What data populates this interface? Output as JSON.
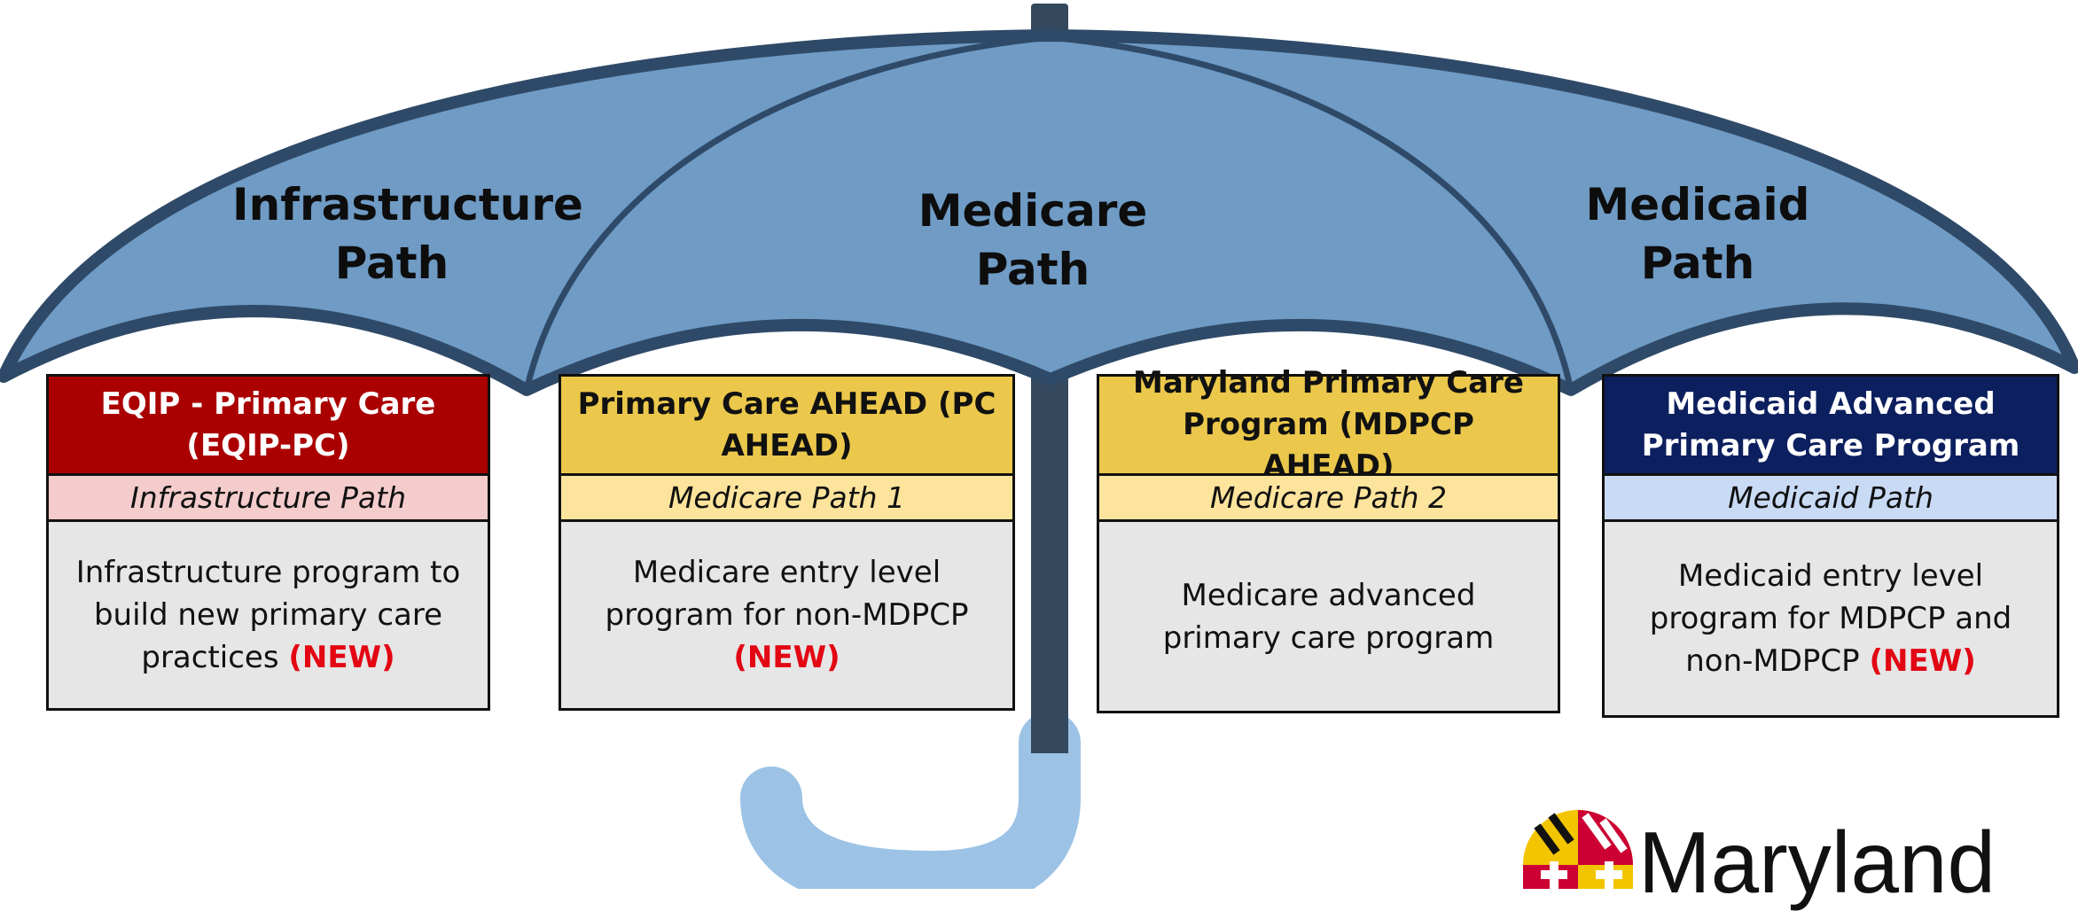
{
  "colors": {
    "canopy": "#6f9bc5",
    "canopy_stroke": "#2f4a68",
    "shaft": "#34495e",
    "handle": "#9cc3e5"
  },
  "paths": {
    "infrastructure": "Infrastructure\nPath",
    "medicare": "Medicare\nPath",
    "medicaid": "Medicaid\nPath"
  },
  "programs": [
    {
      "title": "EQIP - Primary Care (EQIP-PC)",
      "path": "Infrastructure Path",
      "description": "Infrastructure program to build new primary care practices ",
      "new": "(NEW)",
      "header_color": "#aa0000",
      "header_text_color": "#ffffff",
      "path_color": "#f4cccc"
    },
    {
      "title": "Primary Care AHEAD (PC AHEAD)",
      "path": "Medicare Path 1",
      "description": "Medicare entry level program for non-MDPCP",
      "new": "(NEW)",
      "header_color": "#ebc84b",
      "header_text_color": "#111111",
      "path_color": "#fde49c"
    },
    {
      "title": "Maryland Primary Care Program (MDPCP AHEAD)",
      "path": "Medicare Path 2",
      "description": "Medicare advanced primary care program",
      "new": "",
      "header_color": "#ebc84b",
      "header_text_color": "#111111",
      "path_color": "#fde49c"
    },
    {
      "title": "Medicaid Advanced Primary Care Program",
      "path": "Medicaid Path",
      "description": "Medicaid entry level program for MDPCP and non-MDPCP ",
      "new": "(NEW)",
      "header_color": "#0c1f5e",
      "header_text_color": "#ffffff",
      "path_color": "#c9daf5"
    }
  ],
  "logo": {
    "text": "Maryland",
    "colors": [
      "#f3c400",
      "#111111",
      "#cc0033",
      "#ffffff"
    ]
  }
}
